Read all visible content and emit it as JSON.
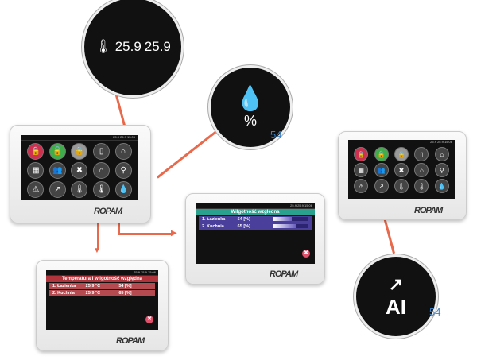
{
  "top_loupe": {
    "icon": "thermometer-icon",
    "temp1": "25.9",
    "temp2": "25.9"
  },
  "drop_loupe": {
    "icon": "humidity-icon",
    "symbol": "%",
    "number": "54"
  },
  "ai_loupe": {
    "icon": "chart-ai-icon",
    "label": "AI",
    "number": "54"
  },
  "status": {
    "temps": "25.9 25.9",
    "clock": "15:06"
  },
  "brand": "ROPAM",
  "colors": {
    "accent": "#e8694b",
    "temp_header": "#b0343c",
    "humidity_header": "#2aa08f",
    "humidity_row": "#4a3f9a",
    "number": "#3a7fc1"
  },
  "main_panel": {
    "icons": [
      [
        "lock-armed-icon",
        "🔒"
      ],
      [
        "lock-open-icon",
        "🔓"
      ],
      [
        "lock-icon",
        "🔒"
      ],
      [
        "door-icon",
        "▯"
      ],
      [
        "house-icon",
        "⌂"
      ],
      [
        "map-icon",
        "▦"
      ],
      [
        "users-icon",
        "👥"
      ],
      [
        "tools-icon",
        "✖"
      ],
      [
        "house-settings-icon",
        "⌂"
      ],
      [
        "search-icon",
        "⚲"
      ],
      [
        "warning-icon",
        "⚠"
      ],
      [
        "ai-chart-icon",
        "↗"
      ],
      [
        "thermometer-icon",
        "🌡"
      ],
      [
        "temp-humidity-icon",
        "🌡"
      ],
      [
        "humidity-icon",
        "💧"
      ]
    ]
  },
  "temp_screen": {
    "title": "Temperatura i wilgotność względna",
    "rows": [
      {
        "name": "1. Łazienka",
        "temp": "25.9 °C",
        "hum": "54 [%]"
      },
      {
        "name": "2. Kuchnia",
        "temp": "25.9 °C",
        "hum": "65 [%]"
      }
    ]
  },
  "hum_screen": {
    "title": "Wilgotność względna",
    "rows": [
      {
        "name": "1. Łazienka",
        "hum": "54 [%]",
        "level": 54
      },
      {
        "name": "2. Kuchnia",
        "hum": "65 [%]",
        "level": 65
      }
    ]
  }
}
